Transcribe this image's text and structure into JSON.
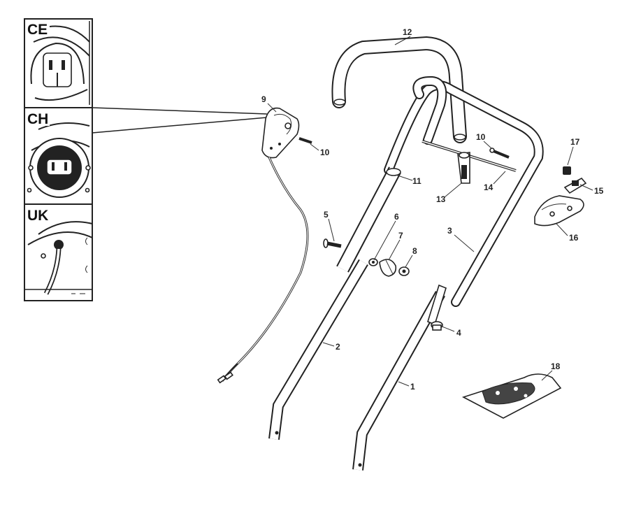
{
  "insets": [
    {
      "key": "ce",
      "label": "CE"
    },
    {
      "key": "ch",
      "label": "CH"
    },
    {
      "key": "uk",
      "label": "UK"
    }
  ],
  "callouts": {
    "p1": "1",
    "p2": "2",
    "p3": "3",
    "p4": "4",
    "p5": "5",
    "p6": "6",
    "p7": "7",
    "p8": "8",
    "p9": "9",
    "p10a": "10",
    "p10b": "10",
    "p11": "11",
    "p12": "12",
    "p13": "13",
    "p14": "14",
    "p15": "15",
    "p16": "16",
    "p17": "17",
    "p18": "18"
  }
}
